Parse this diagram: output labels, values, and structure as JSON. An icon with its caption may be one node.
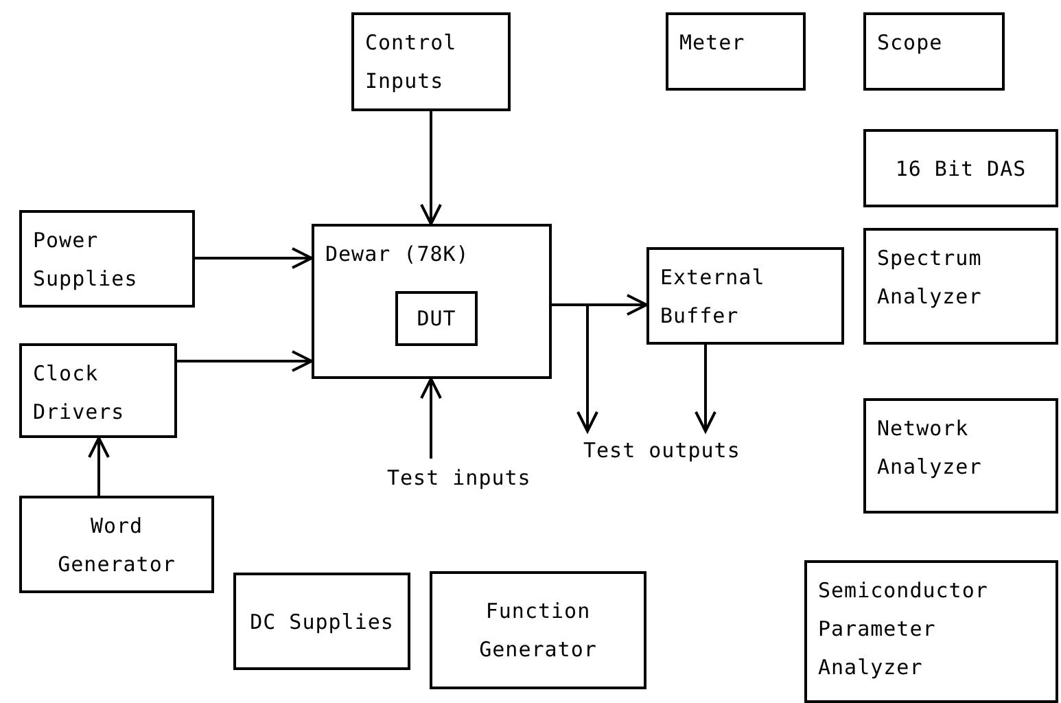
{
  "diagram": {
    "nodes": [
      {
        "text": [
          "Control Inputs"
        ]
      },
      {
        "text": [
          "Meter"
        ]
      },
      {
        "text": [
          "Scope"
        ]
      },
      {
        "text": [
          "16 Bit DAS"
        ]
      },
      {
        "text": [
          "Power Supplies"
        ]
      },
      {
        "text": [
          "Dewar (78K)"
        ]
      },
      {
        "text": [
          "DUT"
        ],
        "in": 5
      },
      {
        "text": [
          "External Buffer"
        ]
      },
      {
        "text": [
          "Spectrum Analyzer"
        ]
      },
      {
        "text": [
          "Clock Drivers"
        ]
      },
      {
        "text": [
          "Test inputs"
        ]
      },
      {
        "text": [
          "Test outputs"
        ]
      },
      {
        "text": [
          "Network Analyzer"
        ]
      },
      {
        "text": [
          "Word Generator"
        ]
      },
      {
        "text": [
          "DC Supplies"
        ]
      },
      {
        "text": [
          "Function Generator"
        ]
      },
      {
        "text": [
          "Semiconductor Parameter Analyzer"
        ]
      }
    ],
    "edges": [
      {
        "from": 0,
        "to": 5,
        "arrow": "to"
      },
      {
        "from": 4,
        "to": 5,
        "arrow": "to"
      },
      {
        "from": 9,
        "to": 5,
        "arrow": "to"
      },
      {
        "from": 13,
        "to": 9,
        "arrow": "to"
      },
      {
        "from": 10,
        "to": 5,
        "arrow": "to"
      },
      {
        "from": 5,
        "to": 7,
        "arrow": "to"
      },
      {
        "from": 5,
        "to": 11,
        "arrow": "to"
      },
      {
        "from": 7,
        "to": 11,
        "arrow": "to"
      }
    ]
  }
}
